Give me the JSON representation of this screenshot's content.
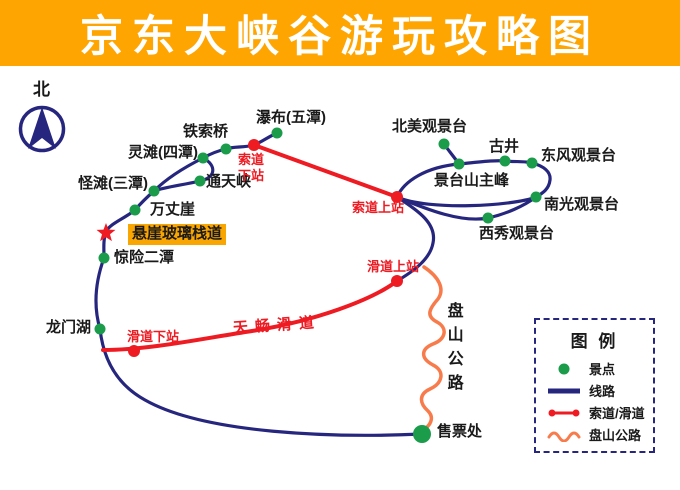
{
  "title": "京东大峡谷游玩攻略图",
  "compass": {
    "label": "北"
  },
  "colors": {
    "banner": "#FFA502",
    "title_text": "#FFFFFF",
    "trail": "#26267E",
    "spot": "#1A9C4B",
    "ropeway": "#EE1B23",
    "road": "#F87B4C",
    "highlight_bg": "#F9A602"
  },
  "spots": {
    "waterfall": "瀑布(五潭)",
    "iron_bridge": "铁索桥",
    "lingtan": "灵滩(四潭)",
    "tongtianxia": "通天峡",
    "guaitan": "怪滩(三潭)",
    "wanzhangya": "万丈崖",
    "glass_walkway": "悬崖玻璃栈道",
    "jingxian": "惊险二潭",
    "longmen_lake": "龙门湖",
    "beimei": "北美观景台",
    "gujing": "古井",
    "dongfeng": "东风观景台",
    "jingtaishan": "景台山主峰",
    "nanguang": "南光观景台",
    "xixiu": "西秀观景台",
    "ticket_office": "售票处"
  },
  "stations": {
    "ropeway_lower": "索道\n下站",
    "ropeway_upper": "索道上站",
    "slide_upper": "滑道上站",
    "slide_lower": "滑道下站",
    "slide_name": "天畅滑道"
  },
  "road_label": "盘山公路",
  "legend": {
    "title": "图 例",
    "items": [
      {
        "icon": "green-dot-icon",
        "label": "景点"
      },
      {
        "icon": "navy-line-icon",
        "label": "线路"
      },
      {
        "icon": "red-dumbbell-icon",
        "label": "索道/滑道"
      },
      {
        "icon": "orange-wave-icon",
        "label": "盘山公路"
      }
    ]
  }
}
